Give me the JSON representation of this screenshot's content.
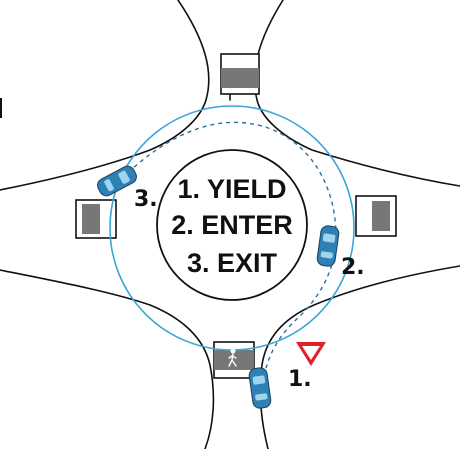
{
  "center_instructions": {
    "line1": "1. YIELD",
    "line2": "2. ENTER",
    "line3": "3. EXIT"
  },
  "step_labels": {
    "step1": "1.",
    "step2": "2.",
    "step3": "3."
  },
  "colors": {
    "road_line": "#111111",
    "circle_ring": "#3aa6d8",
    "path": "#2f6f9a",
    "car_body": "#2f80b5",
    "car_highlight": "#9fd4ee",
    "crosswalk": "#777777",
    "yield_red": "#e0202b"
  },
  "icons": {
    "yield_sign": "yield-sign-icon",
    "pedestrian": "pedestrian-icon",
    "car": "car-icon"
  }
}
